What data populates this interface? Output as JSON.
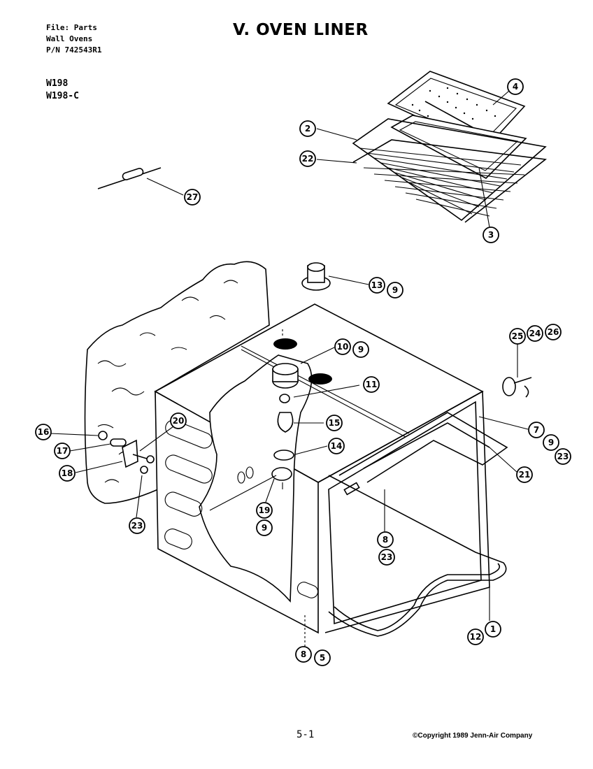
{
  "header": {
    "file_line": "File: Parts",
    "wall_line": "Wall Ovens",
    "pn_line": "P/N 742543R1",
    "model_1": "W198",
    "model_2": "W198-C",
    "title": "V. OVEN LINER"
  },
  "footer": {
    "page_number": "5-1",
    "copyright": "©Copyright 1989 Jenn-Air Company"
  },
  "callouts": {
    "c4": "4",
    "c2": "2",
    "c22": "22",
    "c3": "3",
    "c27": "27",
    "c13": "13",
    "c9a": "9",
    "c10": "10",
    "c9b": "9",
    "c11": "11",
    "c25": "25",
    "c24": "24",
    "c26": "26",
    "c15": "15",
    "c14": "14",
    "c19": "19",
    "c9c": "9",
    "c16": "16",
    "c17": "17",
    "c18": "18",
    "c20": "20",
    "c23a": "23",
    "c7": "7",
    "c9d": "9",
    "c23b": "23",
    "c21": "21",
    "c8a": "8",
    "c23c": "23",
    "c12": "12",
    "c1": "1",
    "c8b": "8",
    "c5": "5"
  }
}
